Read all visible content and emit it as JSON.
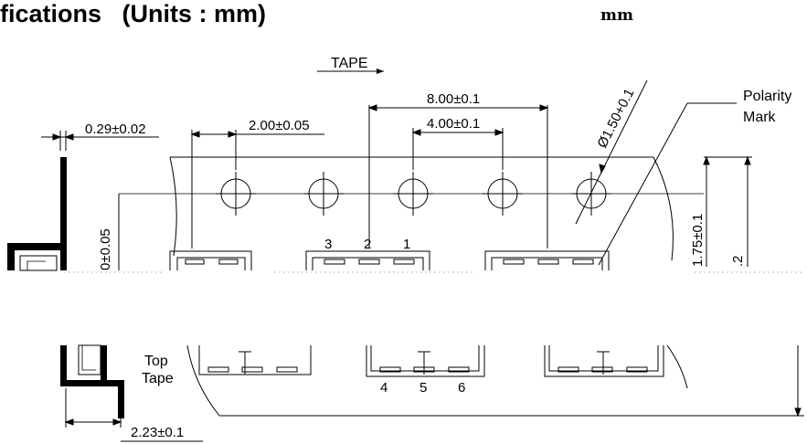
{
  "heading": "fications   (Units : mm)",
  "unit_mark": "mm",
  "labels": {
    "tape_direction": "TAPE",
    "pitch_sprocket": "8.00±0.1",
    "pitch_pocket": "4.00±0.1",
    "pocket_to_hole": "2.00±0.05",
    "tape_thickness": "0.29±0.02",
    "hole_diameter": "Ø1.50+0.1",
    "polarity_line1": "Polarity",
    "polarity_line2": "Mark",
    "edge_to_hole": "1.75±0.1",
    "tape_width_partial": ".2",
    "left_dim_partial": "0±0.05",
    "cover_tape_line1": "Top",
    "cover_tape_line2": "Tape",
    "pocket_depth": "2.23±0.1",
    "pin_top": [
      "3",
      "2",
      "1"
    ],
    "pin_bottom": [
      "4",
      "5",
      "6"
    ]
  }
}
